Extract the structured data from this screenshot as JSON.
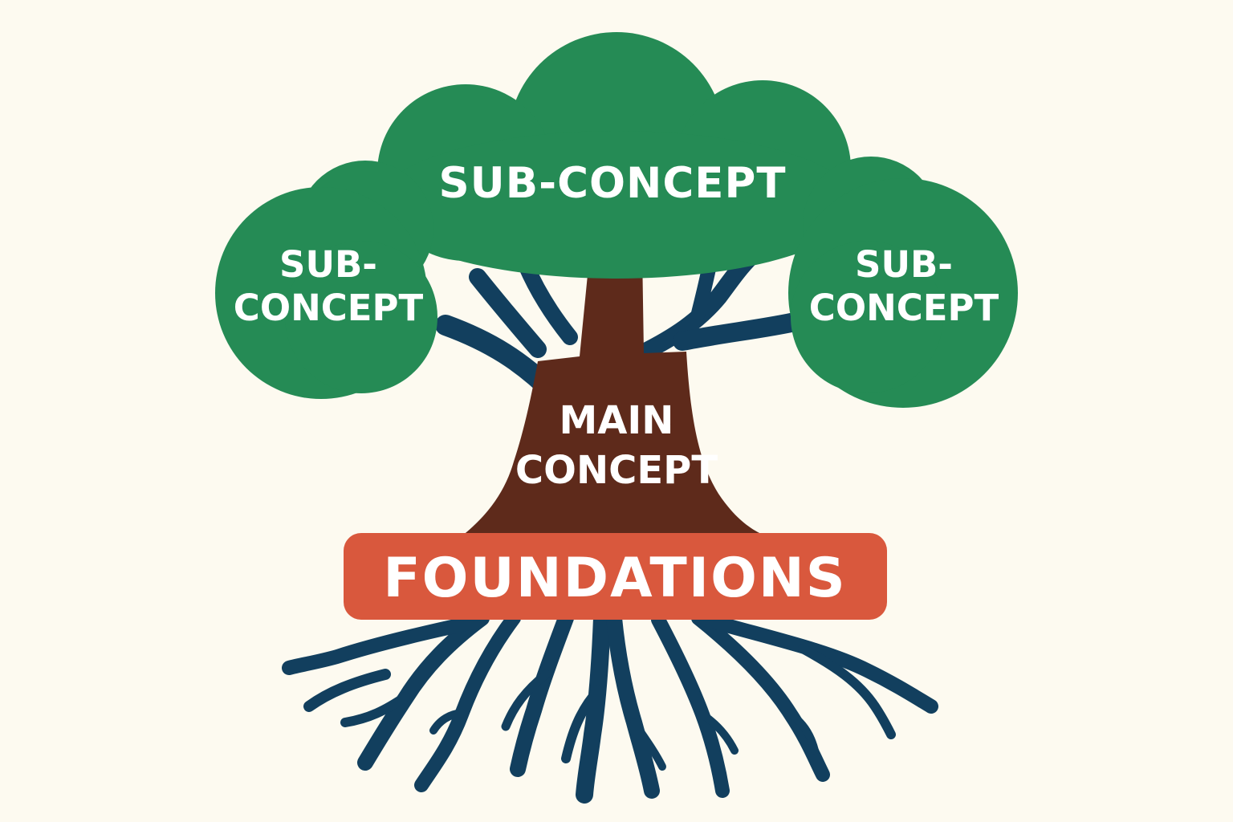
{
  "diagram": {
    "top_label": "SUB-CONCEPT",
    "left_label": [
      "SUB-",
      "CONCEPT"
    ],
    "right_label": [
      "SUB-",
      "CONCEPT"
    ],
    "trunk_label": [
      "MAIN",
      "CONCEPT"
    ],
    "base_label": "FOUNDATIONS"
  },
  "colors": {
    "background": "#fdfaf0",
    "canopy": "#258b55",
    "trunk": "#5e2a1b",
    "branch": "#123f5e",
    "foundation": "#d9583d",
    "text": "#ffffff"
  }
}
